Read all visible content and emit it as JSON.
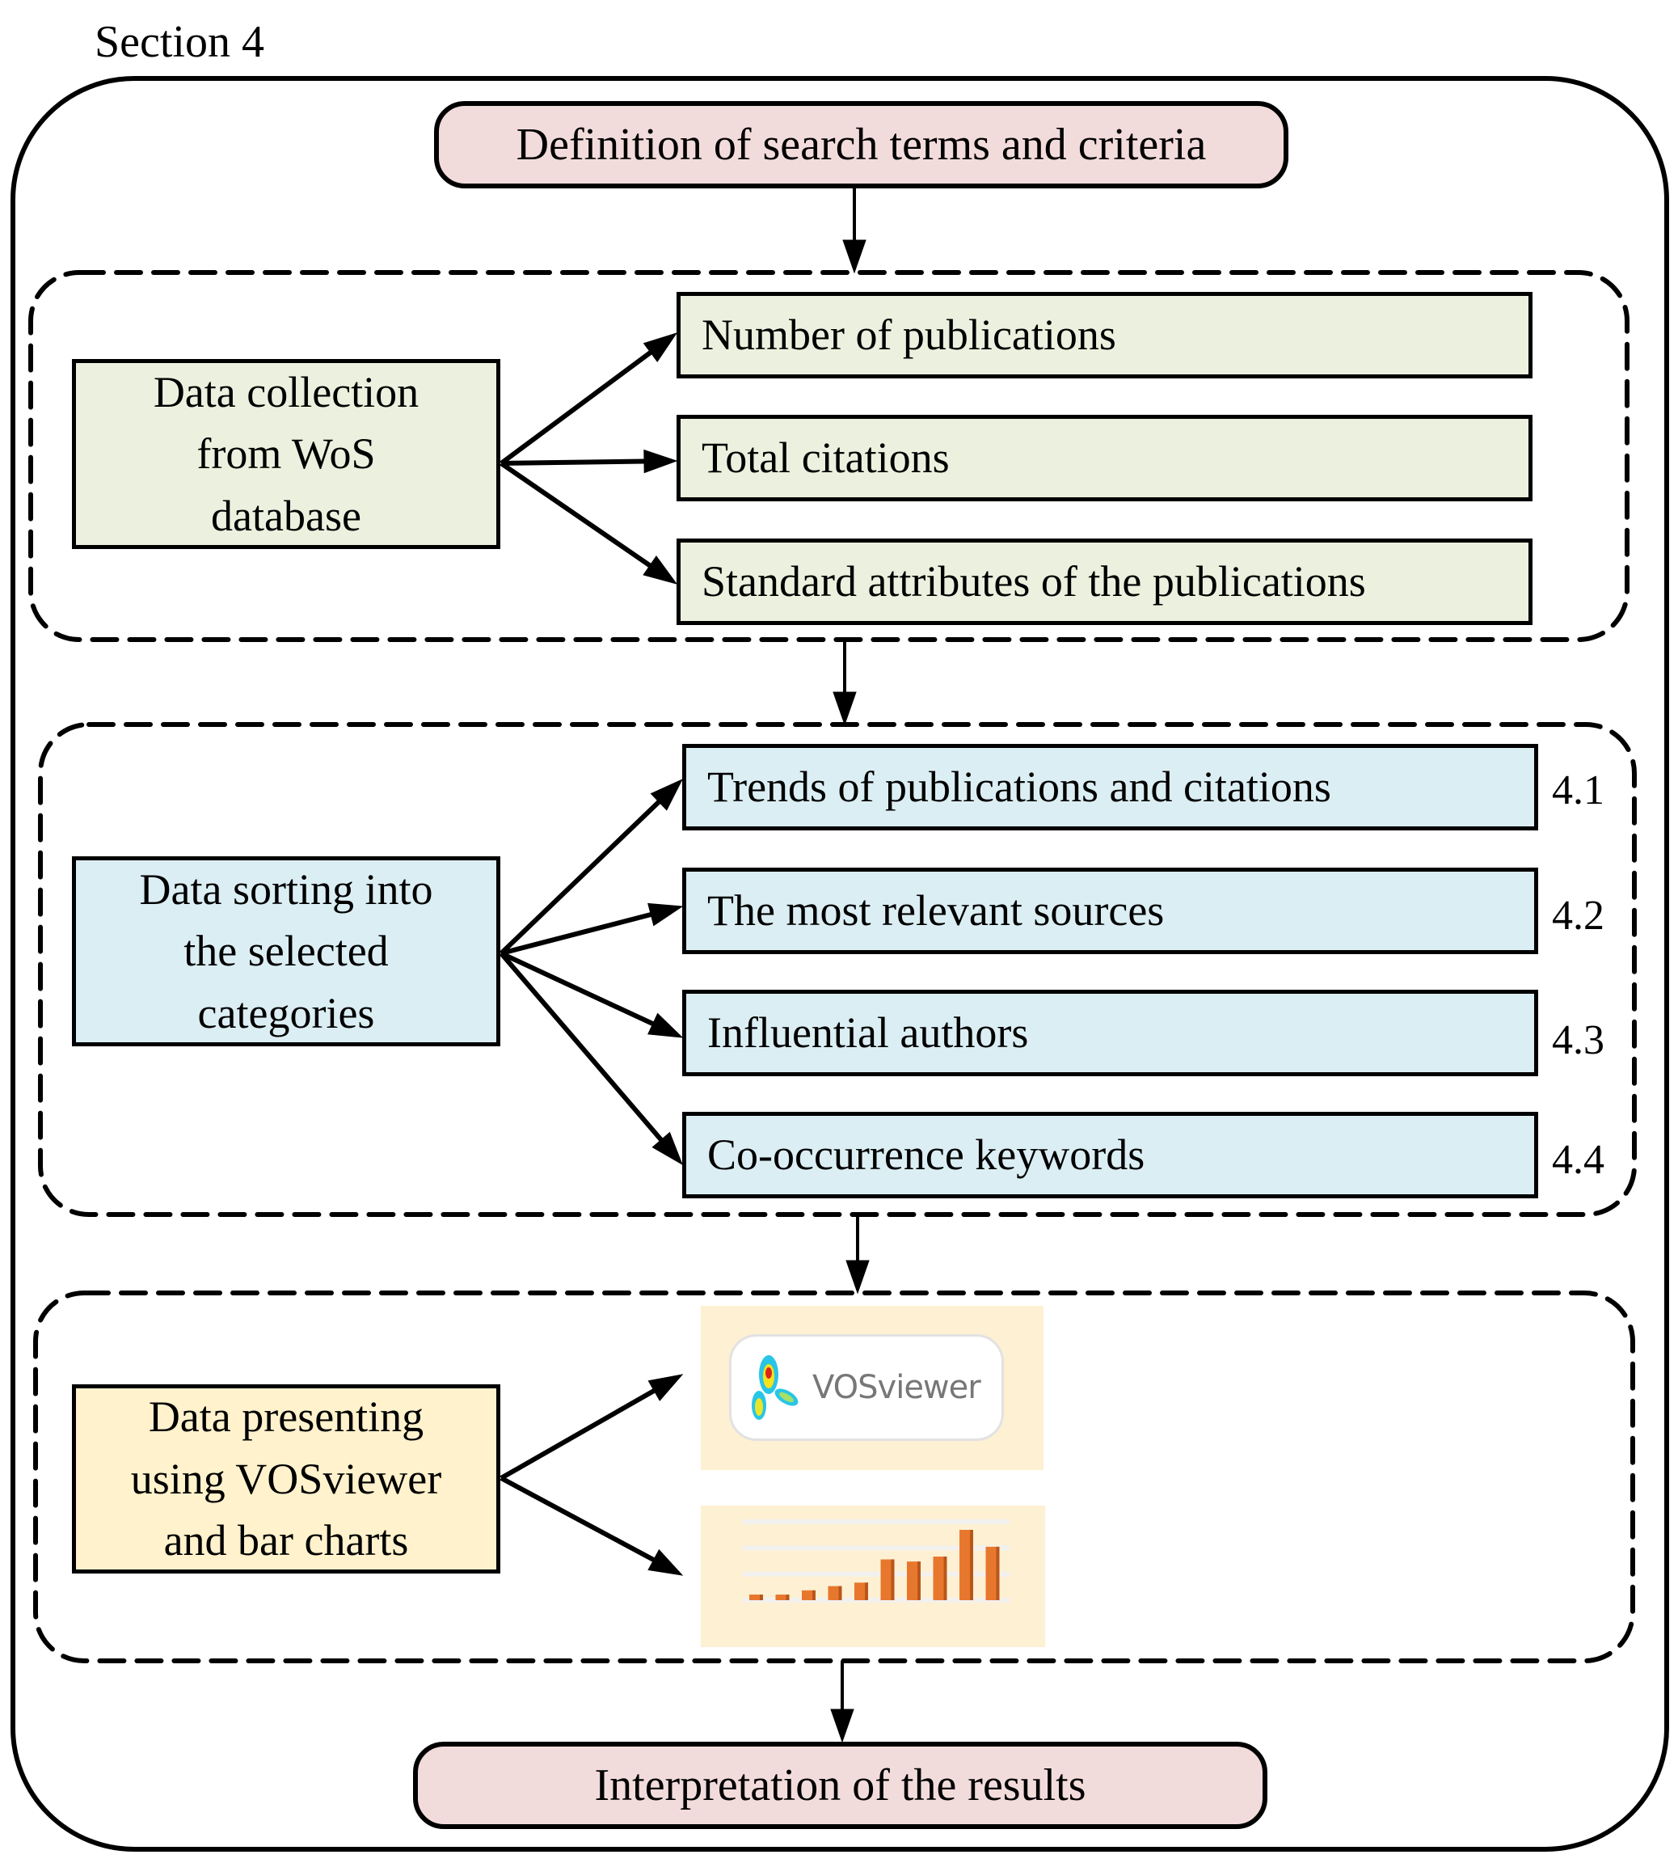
{
  "section_title": "Section 4",
  "start_node": {
    "label": "Definition of search terms and criteria"
  },
  "end_node": {
    "label": "Interpretation of the results"
  },
  "collection_group": {
    "source_box": {
      "lines": [
        "Data collection",
        "from WoS",
        "database"
      ]
    },
    "outputs": [
      {
        "label": "Number of publications"
      },
      {
        "label": "Total citations"
      },
      {
        "label": "Standard attributes of the publications"
      }
    ]
  },
  "sorting_group": {
    "source_box": {
      "lines": [
        "Data sorting into",
        "the selected",
        "categories"
      ]
    },
    "outputs": [
      {
        "label": "Trends of publications and citations",
        "section": "4.1"
      },
      {
        "label": "The most relevant sources",
        "section": "4.2"
      },
      {
        "label": "Influential authors",
        "section": "4.3"
      },
      {
        "label": "Co-occurrence keywords",
        "section": "4.4"
      }
    ]
  },
  "presenting_group": {
    "source_box": {
      "lines": [
        "Data presenting",
        "using VOSviewer",
        "and bar charts"
      ]
    },
    "outputs": [
      {
        "type": "logo",
        "label": "VOSviewer",
        "icon": "vosviewer-logo-icon"
      },
      {
        "type": "bar-chart-thumbnail",
        "icon": "bar-chart-icon",
        "relative_bar_heights": [
          0.08,
          0.08,
          0.14,
          0.2,
          0.25,
          0.58,
          0.55,
          0.62,
          1.0,
          0.76
        ]
      }
    ]
  },
  "colors": {
    "terminal_fill": "#f2dcdb",
    "collection_fill": "#ebf1de",
    "sorting_fill": "#dbeef4",
    "presenting_fill": "#fff2cc",
    "thumbnail_fill": "#fdf0d3",
    "bar_color": "#e8772e"
  }
}
